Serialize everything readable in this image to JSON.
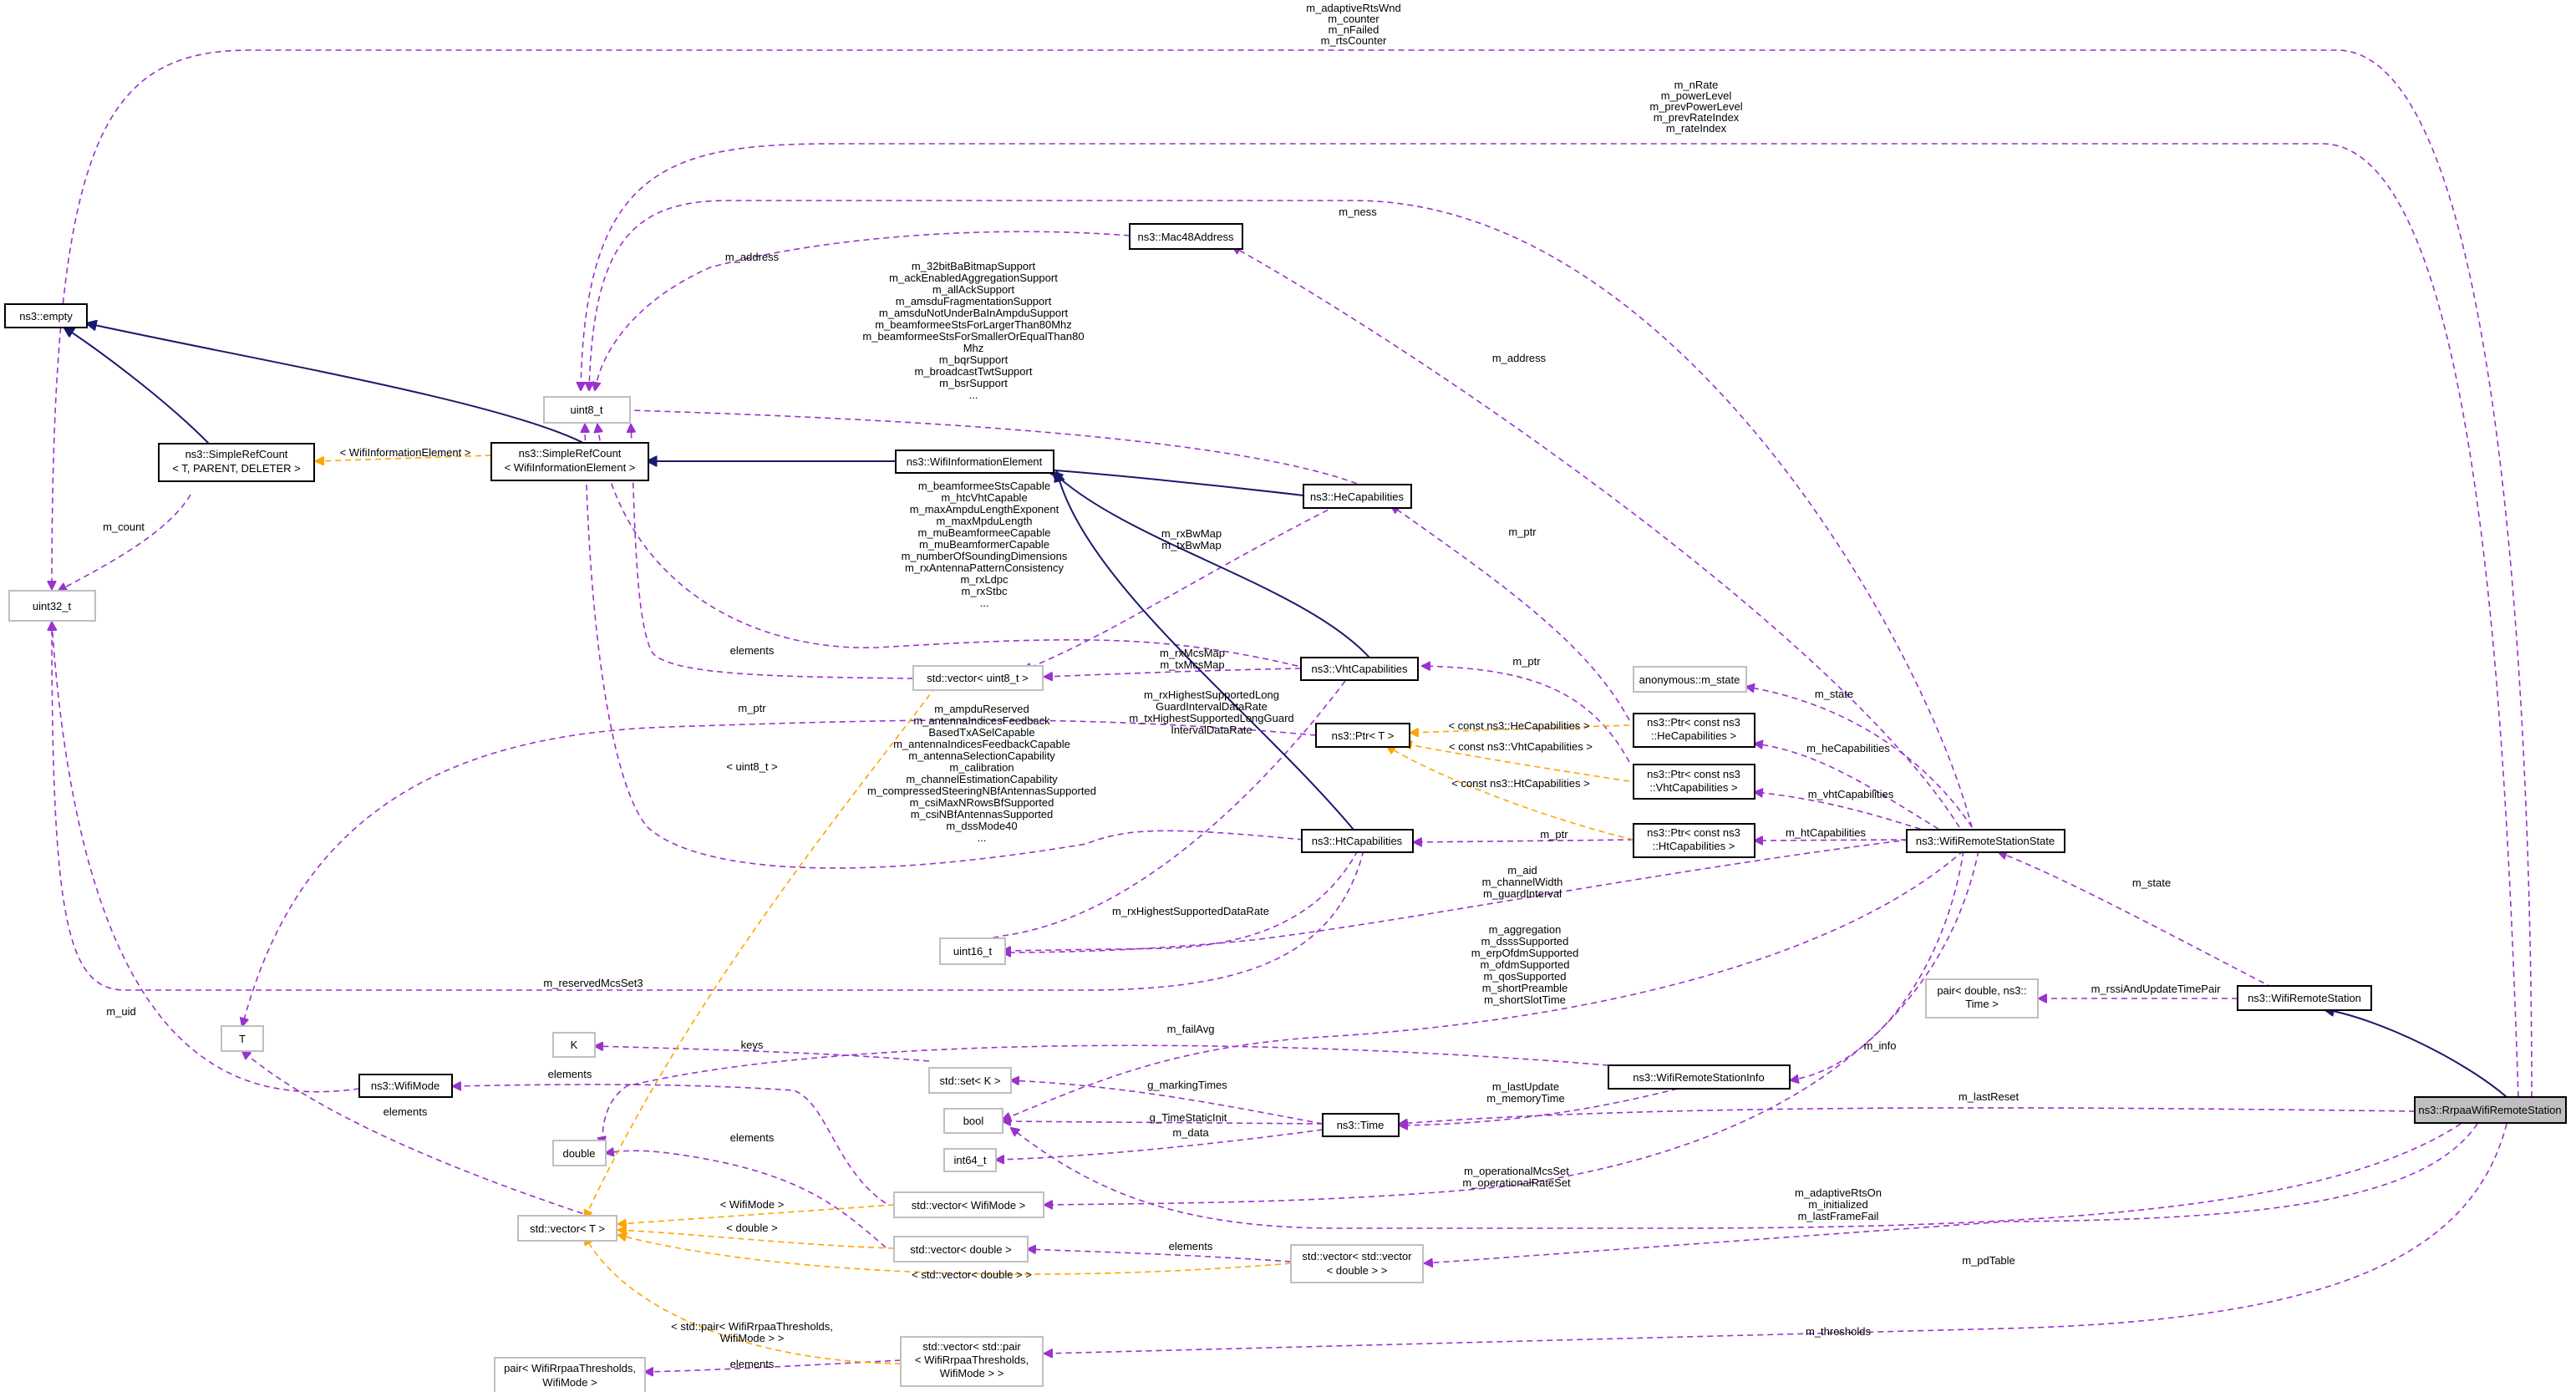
{
  "nodes": {
    "RrpaaWifiRemoteStation": "ns3::RrpaaWifiRemoteStation",
    "WifiRemoteStation": "ns3::WifiRemoteStation",
    "WifiRemoteStationState": "ns3::WifiRemoteStationState",
    "WifiRemoteStationInfo": "ns3::WifiRemoteStationInfo",
    "pairDoubleTime": [
      "pair< double, ns3::",
      "Time >"
    ],
    "PtrHe": [
      "ns3::Ptr< const ns3",
      "::HeCapabilities >"
    ],
    "PtrVht": [
      "ns3::Ptr< const ns3",
      "::VhtCapabilities >"
    ],
    "PtrHt": [
      "ns3::Ptr< const ns3",
      "::HtCapabilities >"
    ],
    "anonymous": "anonymous::m_state",
    "PtrT": "ns3::Ptr< T >",
    "Time": "ns3::Time",
    "Mac48Address": "ns3::Mac48Address",
    "HeCapabilities": "ns3::HeCapabilities",
    "VhtCapabilities": "ns3::VhtCapabilities",
    "HtCapabilities": "ns3::HtCapabilities",
    "WifiInformationElement": "ns3::WifiInformationElement",
    "SimpleRefCountWIE": [
      "ns3::SimpleRefCount",
      "< WifiInformationElement >"
    ],
    "SimpleRefCountT": [
      "ns3::SimpleRefCount",
      "< T, PARENT, DELETER >"
    ],
    "empty": "ns3::empty",
    "uint8_t": "uint8_t",
    "uint32_t": "uint32_t",
    "uint16_t": "uint16_t",
    "int64_t": "int64_t",
    "bool": "bool",
    "double": "double",
    "K": "K",
    "T": "T",
    "WifiMode": "ns3::WifiMode",
    "vectorUint8": "std::vector< uint8_t >",
    "setK": "std::set< K >",
    "vectorWifiMode": "std::vector< WifiMode >",
    "vectorDouble": "std::vector< double >",
    "vectorT": "std::vector< T >",
    "vectorVectorDouble": [
      "std::vector< std::vector",
      "< double > >"
    ],
    "vectorPair": [
      "std::vector< std::pair",
      "< WifiRrpaaThresholds,",
      "WifiMode > >"
    ],
    "pairThresholds": [
      "pair< WifiRrpaaThresholds,",
      "WifiMode >"
    ]
  },
  "edges": {
    "rtsCounters": [
      "m_adaptiveRtsWnd",
      "m_counter",
      "m_nFailed",
      "m_rtsCounter"
    ],
    "rates": [
      "m_nRate",
      "m_powerLevel",
      "m_prevPowerLevel",
      "m_prevRateIndex",
      "m_rateIndex"
    ],
    "m_ness": "m_ness",
    "m_address_mac": "m_address",
    "m_address_state": "m_address",
    "heFlags": [
      "m_32bitBaBitmapSupport",
      "m_ackEnabledAggregationSupport",
      "m_allAckSupport",
      "m_amsduFragmentationSupport",
      "m_amsduNotUnderBaInAmpduSupport",
      "m_beamformeeStsForLargerThan80Mhz",
      "m_beamformeeStsForSmallerOrEqualThan80",
      "Mhz",
      "m_bqrSupport",
      "m_broadcastTwtSupport",
      "m_bsrSupport",
      "..."
    ],
    "vhtFlags": [
      "m_beamformeeStsCapable",
      "m_htcVhtCapable",
      "m_maxAmpduLengthExponent",
      "m_maxMpduLength",
      "m_muBeamformeeCapable",
      "m_muBeamformerCapable",
      "m_numberOfSoundingDimensions",
      "m_rxAntennaPatternConsistency",
      "m_rxLdpc",
      "m_rxStbc",
      "..."
    ],
    "htFlags": [
      "m_ampduReserved",
      "m_antennaIndicesFeedback",
      "BasedTxASelCapable",
      "m_antennaIndicesFeedbackCapable",
      "m_antennaSelectionCapability",
      "m_calibration",
      "m_channelEstimationCapability",
      "m_compressedSteeringNBfAntennasSupported",
      "m_csiMaxNRowsBfSupported",
      "m_csiNBfAntennasSupported",
      "m_dssMode40",
      "..."
    ],
    "heBwMap": [
      "m_rxBwMap",
      "m_txBwMap"
    ],
    "vhtMcsMap": [
      "m_rxMcsMap",
      "m_txMcsMap"
    ],
    "vhtHighest": [
      "m_rxHighestSupportedLong",
      "GuardIntervalDataRate",
      "m_txHighestSupportedLongGuard",
      "IntervalDataRate"
    ],
    "elements_u8": "elements",
    "m_count": "m_count",
    "wieTemplate": "< WifiInformationElement >",
    "m_ptr_he": "m_ptr",
    "m_ptr_vht": "m_ptr",
    "m_ptr_ht": "m_ptr",
    "m_ptr_T": "m_ptr",
    "tmplHe": "< const ns3::HeCapabilities >",
    "tmplVht": "< const ns3::VhtCapabilities >",
    "tmplHt": "< const ns3::HtCapabilities >",
    "uint8Template": "< uint8_t >",
    "m_state_anon": "m_state",
    "m_heCapabilities": "m_heCapabilities",
    "m_vhtCapabilities": "m_vhtCapabilities",
    "m_htCapabilities": "m_htCapabilities",
    "u16State": [
      "m_aid",
      "m_channelWidth",
      "m_guardInterval"
    ],
    "m_rxHighestSupportedDataRate": "m_rxHighestSupportedDataRate",
    "m_reservedMcsSet3": "m_reservedMcsSet3",
    "boolState": [
      "m_aggregation",
      "m_dsssSupported",
      "m_erpOfdmSupported",
      "m_ofdmSupported",
      "m_qosSupported",
      "m_shortPreamble",
      "m_shortSlotTime"
    ],
    "m_failAvg": "m_failAvg",
    "m_info": "m_info",
    "m_state_station": "m_state",
    "m_rssiAndUpdateTimePair": "m_rssiAndUpdateTimePair",
    "m_uid": "m_uid",
    "keys": "keys",
    "g_markingTimes": "g_markingTimes",
    "g_TimeStaticInit": "g_TimeStaticInit",
    "m_data": "m_data",
    "timeInfo": [
      "m_lastUpdate",
      "m_memoryTime"
    ],
    "m_lastReset": "m_lastReset",
    "elements_mode": "elements",
    "elements_T": "elements",
    "elements_double": "elements",
    "elements_vd": "elements",
    "elements_pair": "elements",
    "opSets": [
      "m_operationalMcsSet",
      "m_operationalRateSet"
    ],
    "boolRrpaa": [
      "m_adaptiveRtsOn",
      "m_initialized",
      "m_lastFrameFail"
    ],
    "m_pdTable": "m_pdTable",
    "m_thresholds": "m_thresholds",
    "tmplWifiMode": "< WifiMode >",
    "tmplDouble": "< double >",
    "tmplVecDouble": "< std::vector< double > >",
    "tmplPair": [
      "< std::pair< WifiRrpaaThresholds,",
      "WifiMode > >"
    ]
  }
}
